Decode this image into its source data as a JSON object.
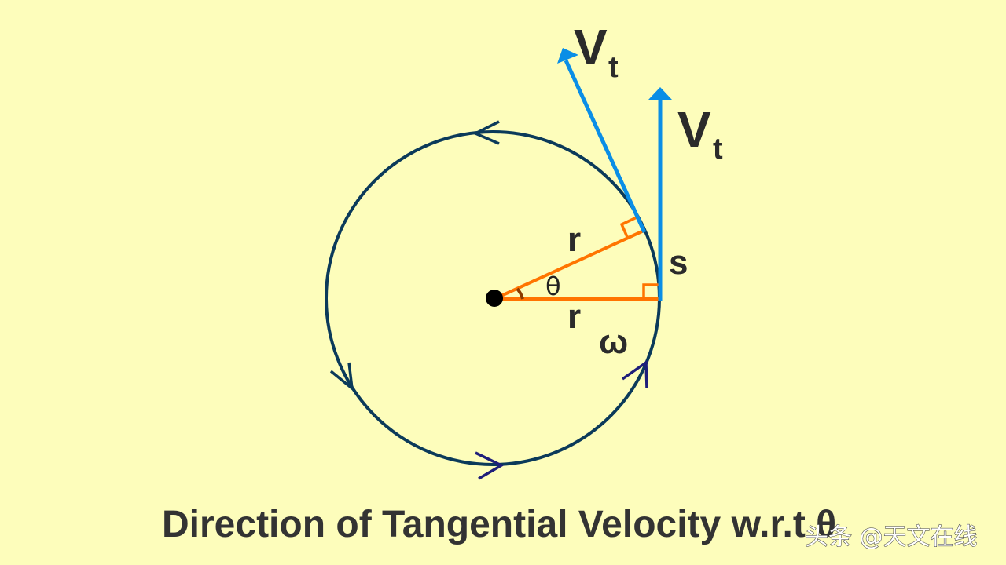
{
  "diagram": {
    "title": "Direction of Tangential Velocity w.r.t θ",
    "labels": {
      "vt_upper_main": "V",
      "vt_upper_sub": "t",
      "vt_right_main": "V",
      "vt_right_sub": "t",
      "radius_upper": "r",
      "radius_lower": "r",
      "angle": "θ",
      "arc": "s",
      "angular_velocity": "ω"
    },
    "colors": {
      "background": "#fdfdbb",
      "circle": "#0b3a5a",
      "radius_lines": "#ff7400",
      "velocity_arrows": "#0a8ee6",
      "direction_chevrons": "#1e1e7a",
      "angle_arc": "#8a3c00"
    }
  },
  "watermark": "头条 @天文在线"
}
